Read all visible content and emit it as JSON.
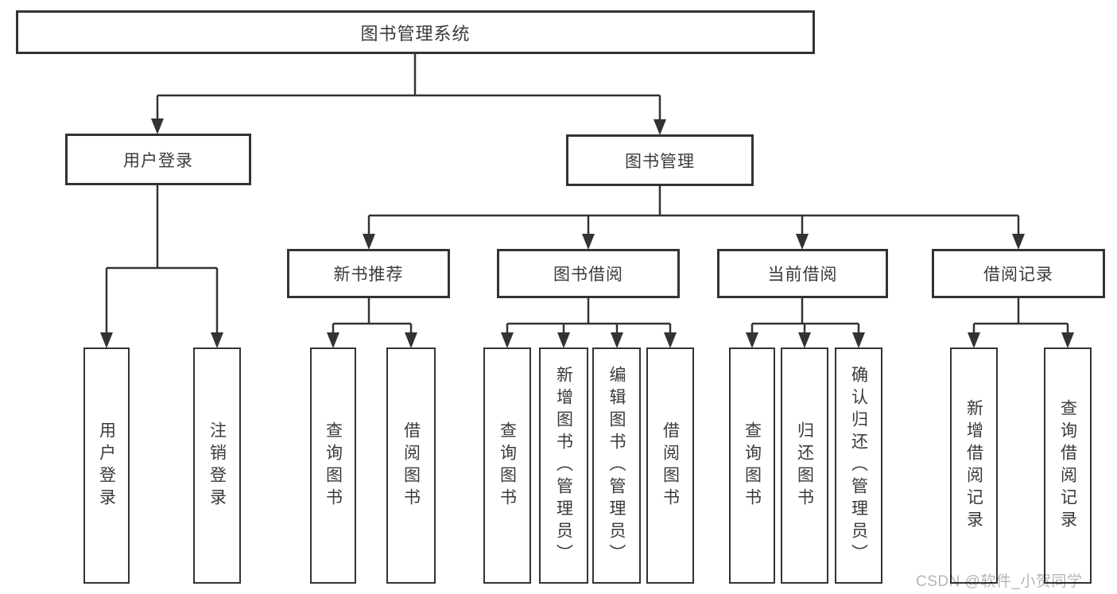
{
  "root": {
    "label": "图书管理系统"
  },
  "branches": [
    {
      "label": "用户登录",
      "children": [
        {
          "label": "用户登录"
        },
        {
          "label": "注销登录"
        }
      ]
    },
    {
      "label": "图书管理",
      "children": [
        {
          "label": "新书推荐",
          "children": [
            {
              "label": "查询图书"
            },
            {
              "label": "借阅图书"
            }
          ]
        },
        {
          "label": "图书借阅",
          "children": [
            {
              "label": "查询图书"
            },
            {
              "label": "新增图书（管理员）"
            },
            {
              "label": "编辑图书（管理员）"
            },
            {
              "label": "借阅图书"
            }
          ]
        },
        {
          "label": "当前借阅",
          "children": [
            {
              "label": "查询图书"
            },
            {
              "label": "归还图书"
            },
            {
              "label": "确认归还（管理员）"
            }
          ]
        },
        {
          "label": "借阅记录",
          "children": [
            {
              "label": "新增借阅记录"
            },
            {
              "label": "查询借阅记录"
            }
          ]
        }
      ]
    }
  ],
  "watermark": {
    "text": "CSDN @软件_小贺同学"
  },
  "colors": {
    "line": "#333333",
    "text": "#3a3a3a",
    "box_background": "#ffffff",
    "watermark": "#b5b5b5"
  }
}
